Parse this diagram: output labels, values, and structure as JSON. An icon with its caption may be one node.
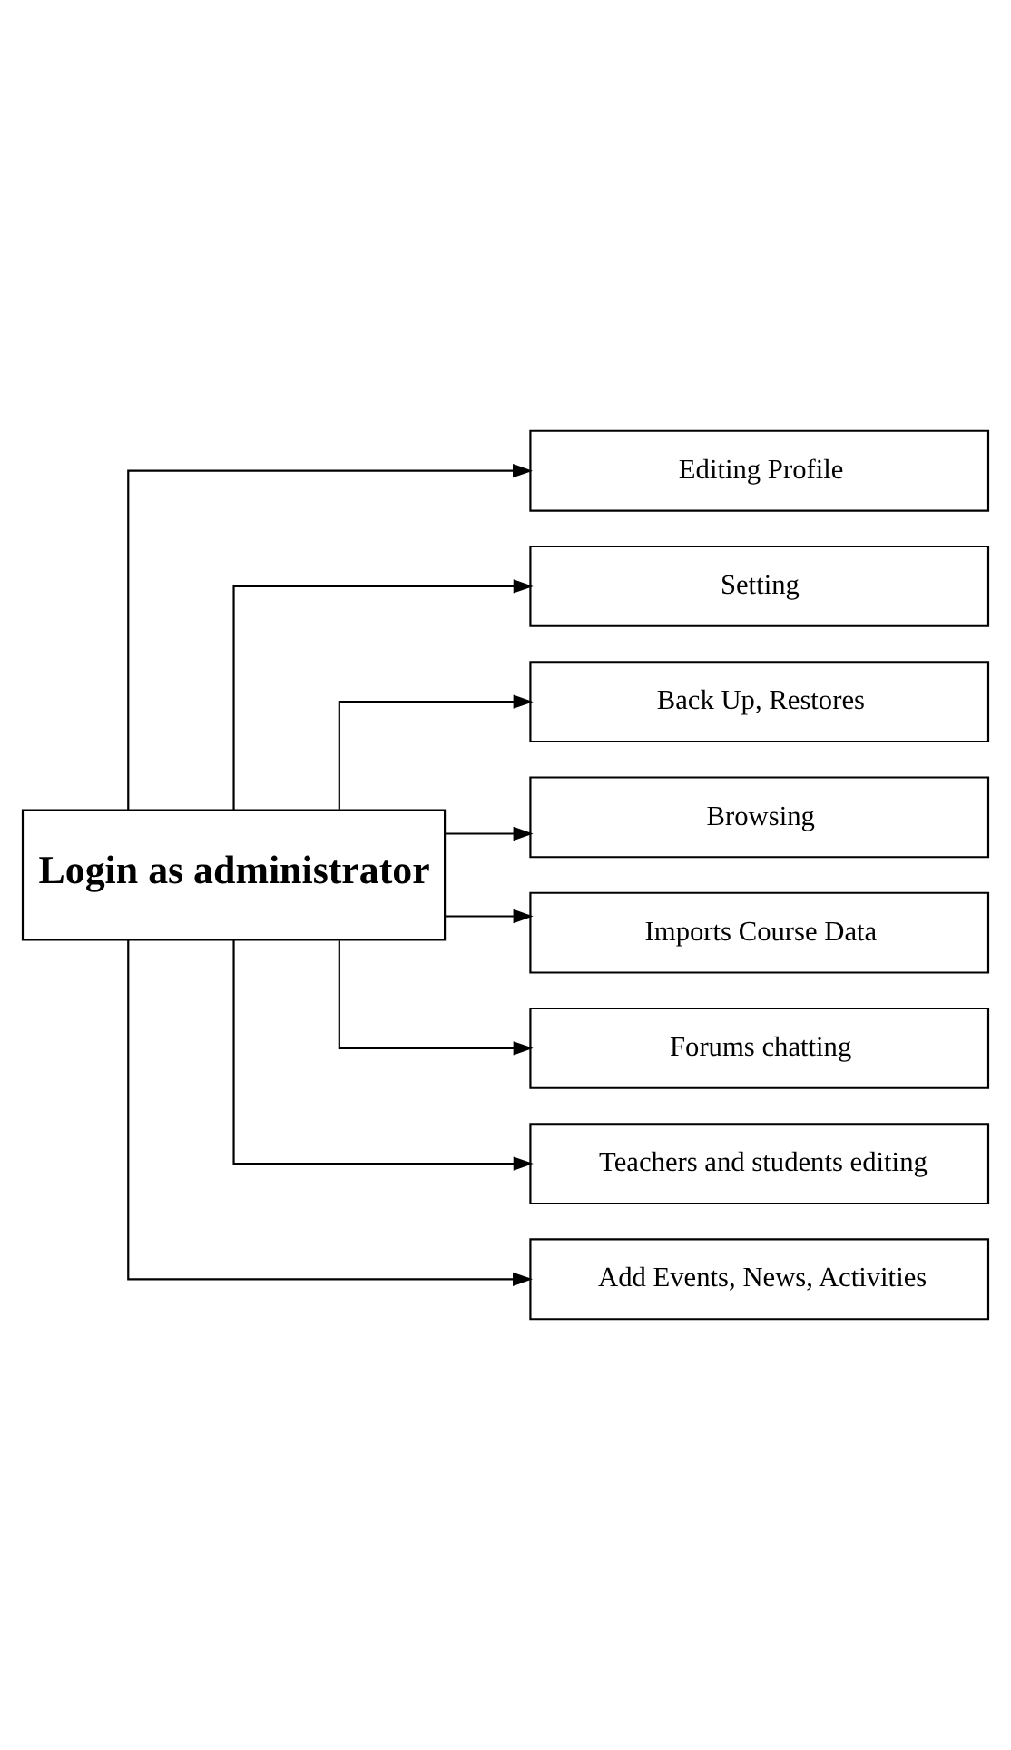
{
  "diagram": {
    "nodes": [
      {
        "text": [
          "Login as administrator"
        ]
      },
      {
        "text": [
          "Editing Profile"
        ]
      },
      {
        "text": [
          "Setting"
        ]
      },
      {
        "text": [
          "Back Up, Restores"
        ]
      },
      {
        "text": [
          "Browsing"
        ]
      },
      {
        "text": [
          "Imports Course Data"
        ]
      },
      {
        "text": [
          "Forums chatting"
        ]
      },
      {
        "text": [
          "Teachers and students editing"
        ]
      },
      {
        "text": [
          "Add Events, News, Activities"
        ]
      }
    ],
    "edges": [
      {
        "from": 0,
        "to": 1,
        "arrow": "to"
      },
      {
        "from": 0,
        "to": 2,
        "arrow": "to"
      },
      {
        "from": 0,
        "to": 3,
        "arrow": "to"
      },
      {
        "from": 0,
        "to": 4,
        "arrow": "to"
      },
      {
        "from": 0,
        "to": 5,
        "arrow": "to"
      },
      {
        "from": 0,
        "to": 6,
        "arrow": "to"
      },
      {
        "from": 0,
        "to": 7,
        "arrow": "to"
      },
      {
        "from": 0,
        "to": 8,
        "arrow": "to"
      }
    ]
  }
}
